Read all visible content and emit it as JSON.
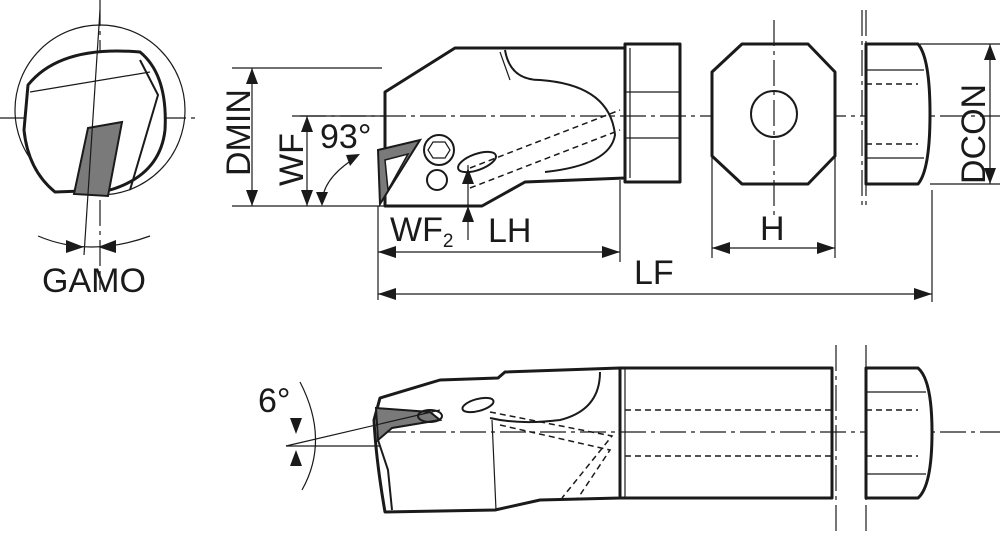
{
  "labels": {
    "gamo": "GAMO",
    "dmin": "DMIN",
    "wf": "WF",
    "angle_93": "93°",
    "wf2_main": "WF",
    "wf2_sub": "2",
    "lh": "LH",
    "h": "H",
    "lf": "LF",
    "dcon": "DCON",
    "angle_6": "6°"
  },
  "colors": {
    "line": "#1a1a1a",
    "insert_fill": "#7a7a7a",
    "background": "#ffffff"
  }
}
